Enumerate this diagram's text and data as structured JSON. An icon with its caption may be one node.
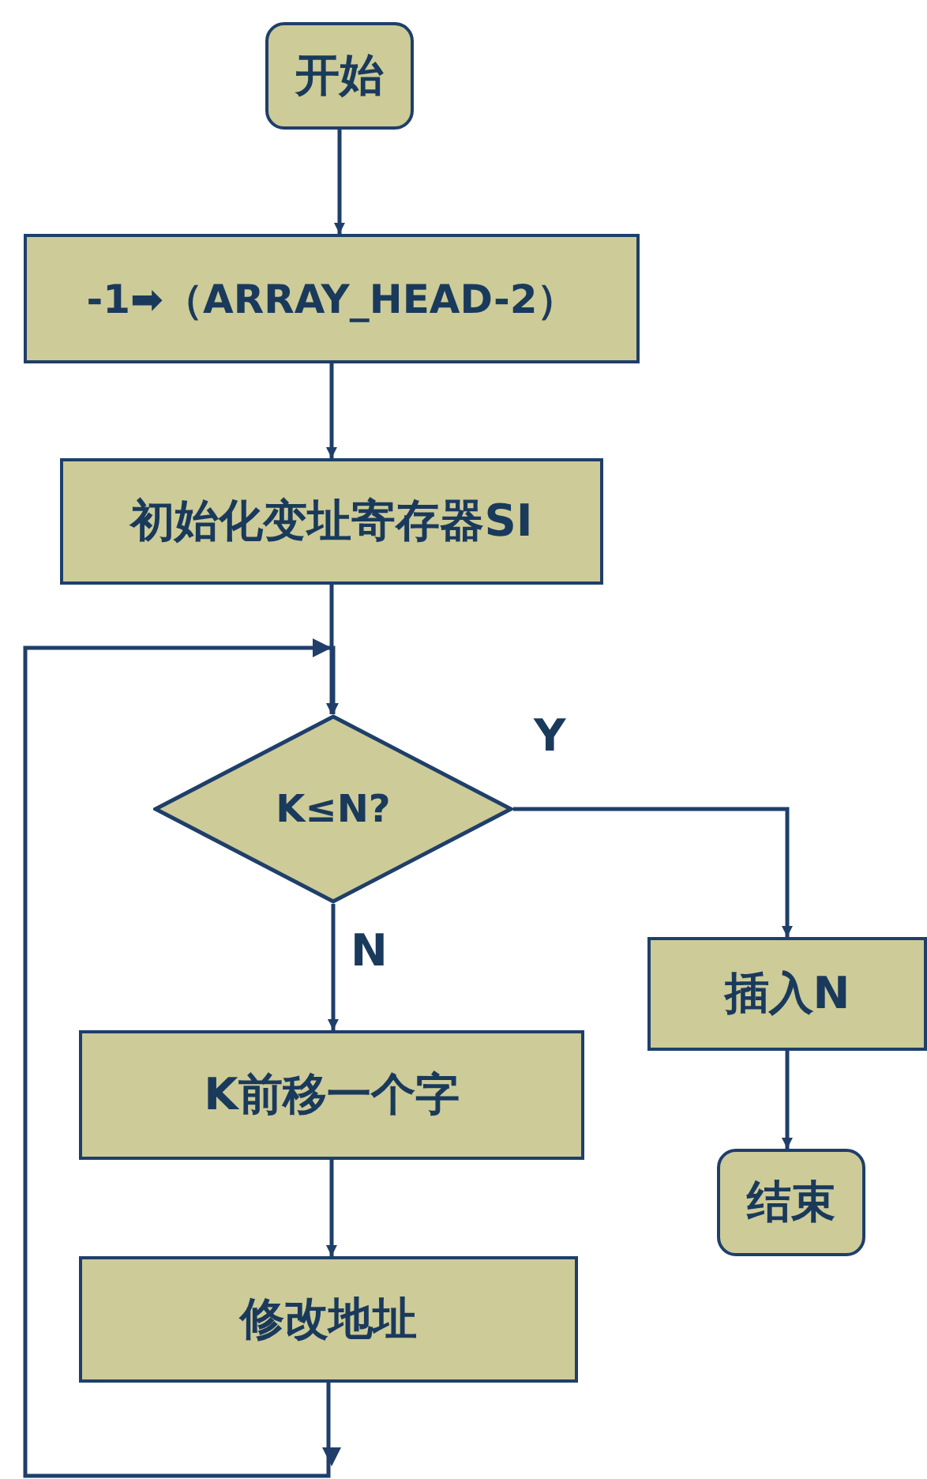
{
  "diagram": {
    "nodes": [
      {
        "text": [
          "开始"
        ]
      },
      {
        "text": [
          "-1➡（ARRAY_HEAD-2）"
        ]
      },
      {
        "text": [
          "初始化变址寄存器SI"
        ]
      },
      {
        "text": [
          "K≤N?"
        ]
      },
      {
        "text": [
          "插入N"
        ]
      },
      {
        "text": [
          "结束"
        ]
      },
      {
        "text": [
          "K前移一个字"
        ]
      },
      {
        "text": [
          "修改地址"
        ]
      }
    ],
    "edges": [
      {
        "from": 0,
        "to": 1,
        "arrow": "to"
      },
      {
        "from": 1,
        "to": 2,
        "arrow": "to"
      },
      {
        "from": 2,
        "to": 3,
        "arrow": "to"
      },
      {
        "from": 3,
        "to": 4,
        "arrow": "to",
        "label": "Y"
      },
      {
        "from": 3,
        "to": 6,
        "arrow": "to",
        "label": "N"
      },
      {
        "from": 4,
        "to": 5,
        "arrow": "to"
      },
      {
        "from": 6,
        "to": 7,
        "arrow": "to"
      },
      {
        "from": 7,
        "to": 3,
        "arrow": "to"
      }
    ]
  }
}
